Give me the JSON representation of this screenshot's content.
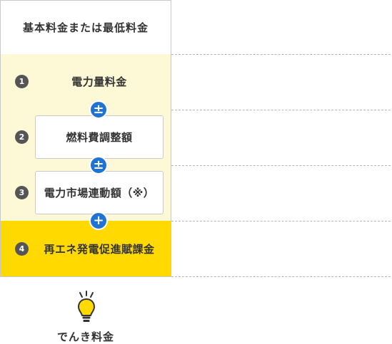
{
  "base_fee": "基本料金または最低料金",
  "rows": [
    {
      "num": "1",
      "label": "電力量料金"
    },
    {
      "num": "2",
      "label": "燃料費調整額"
    },
    {
      "num": "3",
      "label": "電力市場連動額（※）"
    },
    {
      "num": "4",
      "label": "再エネ発電促進賦課金"
    }
  ],
  "operators": [
    "±",
    "±",
    "+"
  ],
  "total_label": "でんき料金",
  "colors": {
    "usage_bg": "#fdf8d6",
    "levy_bg": "#ffd900",
    "operator_bg": "#1f73d2",
    "number_badge": "#555555",
    "bulb": "#ffd900"
  },
  "icons": {
    "footer": "light-bulb-icon"
  }
}
